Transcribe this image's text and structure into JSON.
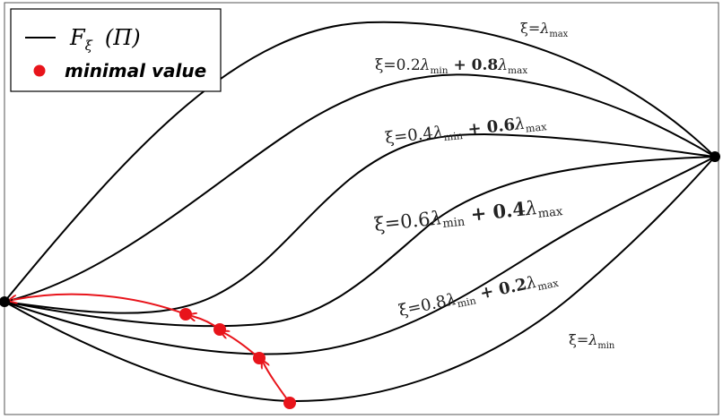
{
  "legend": {
    "line_symbol": "F",
    "line_subscript": "ξ",
    "line_argument": "(Π)",
    "dot_label": "minimal value"
  },
  "curve_labels": [
    {
      "prefix": "ξ=",
      "a": "λ",
      "a_sub": "max",
      "plus": "",
      "b": "",
      "b_sub": ""
    },
    {
      "prefix": "ξ=0.2",
      "a": "λ",
      "a_sub": "min",
      "plus": " + 0.8",
      "b": "λ",
      "b_sub": "max"
    },
    {
      "prefix": "ξ=0.4",
      "a": "λ",
      "a_sub": "min",
      "plus": " + 0.6",
      "b": "λ",
      "b_sub": "max"
    },
    {
      "prefix": "ξ=0.6",
      "a": "λ",
      "a_sub": "min",
      "plus": " + 0.4",
      "b": "λ",
      "b_sub": "max"
    },
    {
      "prefix": "ξ=0.8",
      "a": "λ",
      "a_sub": "min",
      "plus": " + 0.2",
      "b": "λ",
      "b_sub": "max"
    },
    {
      "prefix": "ξ=",
      "a": "λ",
      "a_sub": "min",
      "plus": "",
      "b": "",
      "b_sub": ""
    }
  ],
  "colors": {
    "curve": "#000000",
    "highlight": "#e8141b",
    "frame": "#555555"
  }
}
